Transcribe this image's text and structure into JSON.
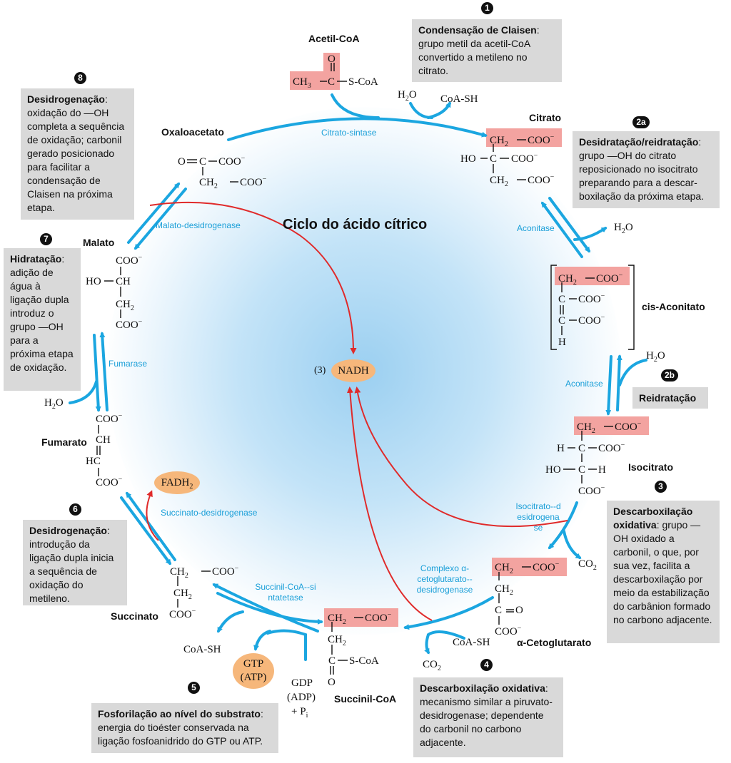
{
  "title": "Ciclo do ácido cítrico",
  "steps": {
    "s1": {
      "num": "1",
      "heading": "Condensação de Claisen",
      "text": "grupo metil da acetil-CoA convertido a metileno no citrato."
    },
    "s2a": {
      "num": "2a",
      "heading": "Desidratação/reidratação",
      "text": "grupo —OH do citrato reposicionado no isocitrato preparando para a descar-boxilação da próxima etapa."
    },
    "s2b": {
      "num": "2b",
      "heading": "Reidratação"
    },
    "s3": {
      "num": "3",
      "heading": "Descarboxilação oxidativa",
      "text": "grupo —OH oxidado a carbonil, o que, por sua vez, facilita a descarboxilação por meio da estabilização do carbânion formado no carbono adjacente."
    },
    "s4": {
      "num": "4",
      "heading": "Descarboxilação oxidativa",
      "text": "mecanismo similar a piruvato-desidrogenase; dependente do carbonil no carbono adjacente."
    },
    "s5": {
      "num": "5",
      "heading": "Fosforilação ao nível do substrato",
      "text": "energia do tioéster conservada na ligação fosfoanidrido do GTP ou ATP."
    },
    "s6": {
      "num": "6",
      "heading": "Desidrogenação",
      "text": "introdução da ligação dupla inicia a sequência de oxidação do metileno."
    },
    "s7": {
      "num": "7",
      "heading": "Hidratação",
      "text": "adição de água à ligação dupla introduz o grupo —OH para a próxima etapa de oxidação."
    },
    "s8": {
      "num": "8",
      "heading": "Desidrogenação",
      "text": "oxidação do —OH completa a sequência de oxidação; carbonil gerado posicionado para facilitar a condensação de Claisen na próxima etapa."
    }
  },
  "compounds": {
    "acetyl": "Acetil-CoA",
    "citrate": "Citrato",
    "cisaconitate": "cis-Aconitato",
    "isocitrate": "Isocitrato",
    "akg": "α-Cetoglutarato",
    "succoa": "Succinil-CoA",
    "succinate": "Succinato",
    "fumarate": "Fumarato",
    "malate": "Malato",
    "oxaloacetate": "Oxaloacetato"
  },
  "enzymes": {
    "citrate_synthase": "Citrato-sintase",
    "aconitase1": "Aconitase",
    "aconitase2": "Aconitase",
    "idh": "Isocitrato--desidrogenase",
    "akgdh": "Complexo α-cetoglutarato--desidrogenase",
    "scs": "Succinil-CoA--sintatetase",
    "sdh": "Succinato-desidrogenase",
    "fumarase": "Fumarase",
    "mdh": "Malato-desidrogenase"
  },
  "cofactors": {
    "nadh": "NADH",
    "nadh_count": "(3)",
    "fadh2": "FADH2",
    "gtp": "GTP",
    "atp": "(ATP)",
    "gdp": "GDP",
    "adp": "(ADP)",
    "pi": "+ Pi",
    "h2o": "H2O",
    "coash": "CoA-SH",
    "co2": "CO2"
  },
  "colors": {
    "arrow": "#1ba6e0",
    "nadh_arrow": "#e02a2a",
    "highlight": "#f3a3a0",
    "box": "#d9d9d9",
    "oval": "#f6b77b"
  }
}
